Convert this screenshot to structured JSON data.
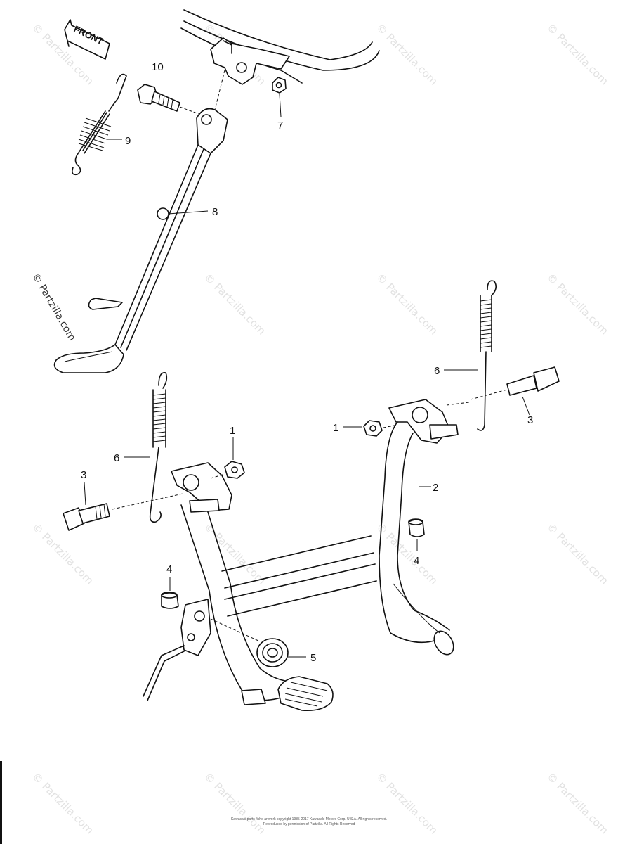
{
  "diagram": {
    "direction_label": "FRONT",
    "callouts": {
      "c1a": "1",
      "c1b": "1",
      "c2": "2",
      "c3a": "3",
      "c3b": "3",
      "c4a": "4",
      "c4b": "4",
      "c5": "5",
      "c6a": "6",
      "c6b": "6",
      "c7": "7",
      "c8": "8",
      "c9": "9",
      "c10": "10"
    }
  },
  "watermark": "© Partzilla.com",
  "footer": {
    "line1": "Kawasaki parts fiche artwork copyright 1985-2017 Kawasaki Motors Corp. U.S.A. All rights reserved.",
    "line2": "Reproduced by permission of Partzilla. All Rights Reserved"
  }
}
